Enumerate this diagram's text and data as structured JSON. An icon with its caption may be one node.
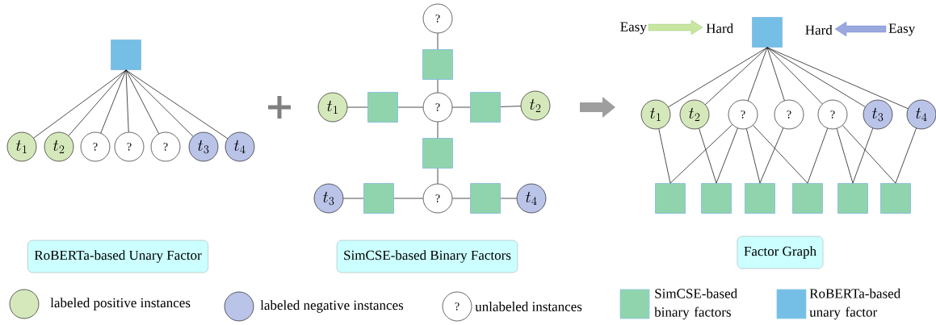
{
  "diagram": {
    "nodes": [
      {
        "text": [],
        "shape": "box"
      },
      {
        "text": [
          "t_1"
        ]
      },
      {
        "text": [
          "t_2"
        ]
      },
      {
        "text": [
          "?"
        ]
      },
      {
        "text": [
          "?"
        ]
      },
      {
        "text": [
          "?"
        ]
      },
      {
        "text": [
          "t_3"
        ]
      },
      {
        "text": [
          "t_4"
        ]
      },
      {
        "text": [
          "RoBERTa-based Unary Factor"
        ]
      },
      {
        "text": [
          "?"
        ]
      },
      {
        "text": [],
        "shape": "box"
      },
      {
        "text": [
          "t_1"
        ]
      },
      {
        "text": [],
        "shape": "box"
      },
      {
        "text": [
          "?"
        ]
      },
      {
        "text": [],
        "shape": "box"
      },
      {
        "text": [
          "t_2"
        ]
      },
      {
        "text": [],
        "shape": "box"
      },
      {
        "text": [
          "t_3"
        ]
      },
      {
        "text": [],
        "shape": "box"
      },
      {
        "text": [
          "?"
        ]
      },
      {
        "text": [],
        "shape": "box"
      },
      {
        "text": [
          "t_4"
        ]
      },
      {
        "text": [
          "SimCSE-based Binary Factors"
        ]
      },
      {
        "text": [],
        "shape": "box"
      },
      {
        "text": [
          "t_1"
        ]
      },
      {
        "text": [
          "t_2"
        ]
      },
      {
        "text": [
          "?"
        ]
      },
      {
        "text": [
          "?"
        ]
      },
      {
        "text": [
          "?"
        ]
      },
      {
        "text": [
          "t_3"
        ]
      },
      {
        "text": [
          "t_4"
        ]
      },
      {
        "text": [],
        "shape": "box"
      },
      {
        "text": [],
        "shape": "box"
      },
      {
        "text": [],
        "shape": "box"
      },
      {
        "text": [],
        "shape": "box"
      },
      {
        "text": [],
        "shape": "box"
      },
      {
        "text": [],
        "shape": "box"
      },
      {
        "text": [
          "Factor Graph"
        ]
      }
    ],
    "edges": [
      {
        "from": 0,
        "to": 1,
        "arrow": "none"
      },
      {
        "from": 0,
        "to": 2,
        "arrow": "none"
      },
      {
        "from": 0,
        "to": 3,
        "arrow": "none"
      },
      {
        "from": 0,
        "to": 4,
        "arrow": "none"
      },
      {
        "from": 0,
        "to": 5,
        "arrow": "none"
      },
      {
        "from": 0,
        "to": 6,
        "arrow": "none"
      },
      {
        "from": 0,
        "to": 7,
        "arrow": "none"
      },
      {
        "from": 9,
        "to": 10,
        "arrow": "none"
      },
      {
        "from": 10,
        "to": 13,
        "arrow": "none"
      },
      {
        "from": 11,
        "to": 12,
        "arrow": "none"
      },
      {
        "from": 12,
        "to": 13,
        "arrow": "none"
      },
      {
        "from": 13,
        "to": 14,
        "arrow": "none"
      },
      {
        "from": 14,
        "to": 15,
        "arrow": "none"
      },
      {
        "from": 13,
        "to": 16,
        "arrow": "none"
      },
      {
        "from": 16,
        "to": 19,
        "arrow": "none"
      },
      {
        "from": 17,
        "to": 18,
        "arrow": "none"
      },
      {
        "from": 18,
        "to": 19,
        "arrow": "none"
      },
      {
        "from": 19,
        "to": 20,
        "arrow": "none"
      },
      {
        "from": 20,
        "to": 21,
        "arrow": "none"
      },
      {
        "from": 23,
        "to": 24,
        "arrow": "none"
      },
      {
        "from": 23,
        "to": 25,
        "arrow": "none"
      },
      {
        "from": 23,
        "to": 26,
        "arrow": "none"
      },
      {
        "from": 23,
        "to": 27,
        "arrow": "none"
      },
      {
        "from": 23,
        "to": 28,
        "arrow": "none"
      },
      {
        "from": 23,
        "to": 29,
        "arrow": "none"
      },
      {
        "from": 23,
        "to": 30,
        "arrow": "none"
      },
      {
        "from": 24,
        "to": 31,
        "arrow": "none"
      },
      {
        "from": 26,
        "to": 31,
        "arrow": "none"
      },
      {
        "from": 25,
        "to": 32,
        "arrow": "none"
      },
      {
        "from": 26,
        "to": 32,
        "arrow": "none"
      },
      {
        "from": 26,
        "to": 33,
        "arrow": "none"
      },
      {
        "from": 27,
        "to": 33,
        "arrow": "none"
      },
      {
        "from": 26,
        "to": 34,
        "arrow": "none"
      },
      {
        "from": 28,
        "to": 34,
        "arrow": "none"
      },
      {
        "from": 28,
        "to": 35,
        "arrow": "none"
      },
      {
        "from": 29,
        "to": 35,
        "arrow": "none"
      },
      {
        "from": 28,
        "to": 36,
        "arrow": "none"
      },
      {
        "from": 30,
        "to": 36,
        "arrow": "none"
      }
    ],
    "labels": [
      "Easy",
      "Hard",
      "Hard",
      "Easy",
      "?"
    ],
    "legend": [
      {
        "text": "labeled positive instances",
        "color": "#d5e8bb"
      },
      {
        "text": "labeled negative instances",
        "color": "#bac4e8"
      },
      {
        "text": "unlabeled  instances"
      },
      {
        "text": "SimCSE-based binary factors",
        "color": "#90d4ad"
      },
      {
        "text": "RoBERTa-based unary factor",
        "color": "#75bfe6"
      }
    ]
  }
}
